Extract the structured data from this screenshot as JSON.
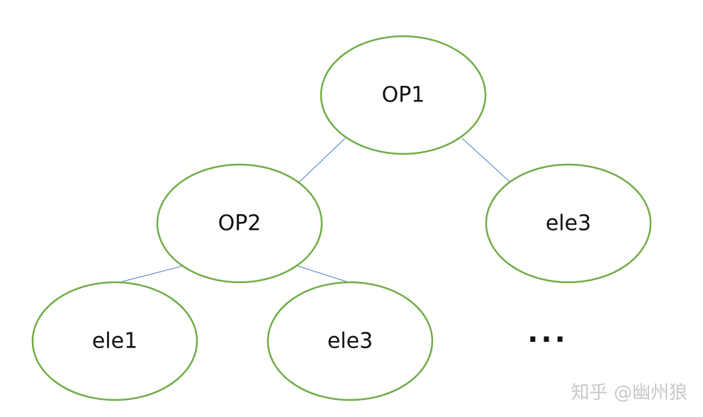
{
  "diagram": {
    "nodes": {
      "op1": "OP1",
      "op2": "OP2",
      "right_ele3": "ele3",
      "ele1": "ele1",
      "bottom_ele3": "ele3"
    },
    "ellipsis": "···",
    "node_stroke_color": "#70ad47",
    "edge_color": "#4a7ebb"
  },
  "watermark": "知乎 @幽州狼"
}
